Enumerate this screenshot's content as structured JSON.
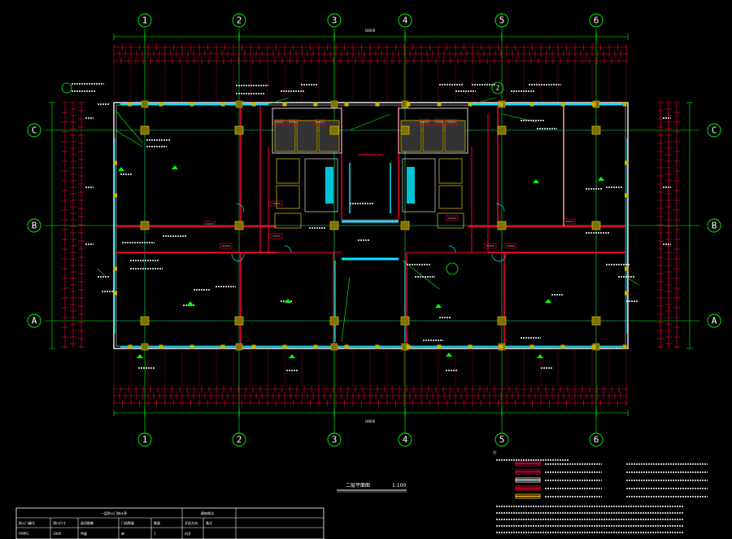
{
  "axes": {
    "columns": [
      "1",
      "2",
      "3",
      "4",
      "5",
      "6"
    ],
    "rows": [
      "C",
      "B",
      "A"
    ],
    "small_bubble": "2"
  },
  "dimensions": {
    "overall_top": "18000",
    "overall_bottom": "18000"
  },
  "plan_title": {
    "name": "二层平面图",
    "scale": "1:100"
  },
  "notes": {
    "heading": "注："
  },
  "table": {
    "header": [
      "",
      "一层防火门统计表",
      "",
      "",
      "",
      "建筑做法",
      "",
      ""
    ],
    "subheader": [
      "防火门编号",
      "洞口尺寸",
      "选用图集",
      "门扇数量",
      "数量",
      "开启方向",
      "备注",
      ""
    ],
    "row": [
      "FM甲1",
      "1000",
      "甲级",
      "单",
      "1",
      "内开",
      "",
      ""
    ]
  },
  "colors": {
    "background": "#000000",
    "axis": "#00ff00",
    "wall": "#ff0033",
    "glass": "#00e5ff",
    "column": "#c8b400",
    "text": "#ffffff",
    "furniture": "#ff3300"
  }
}
